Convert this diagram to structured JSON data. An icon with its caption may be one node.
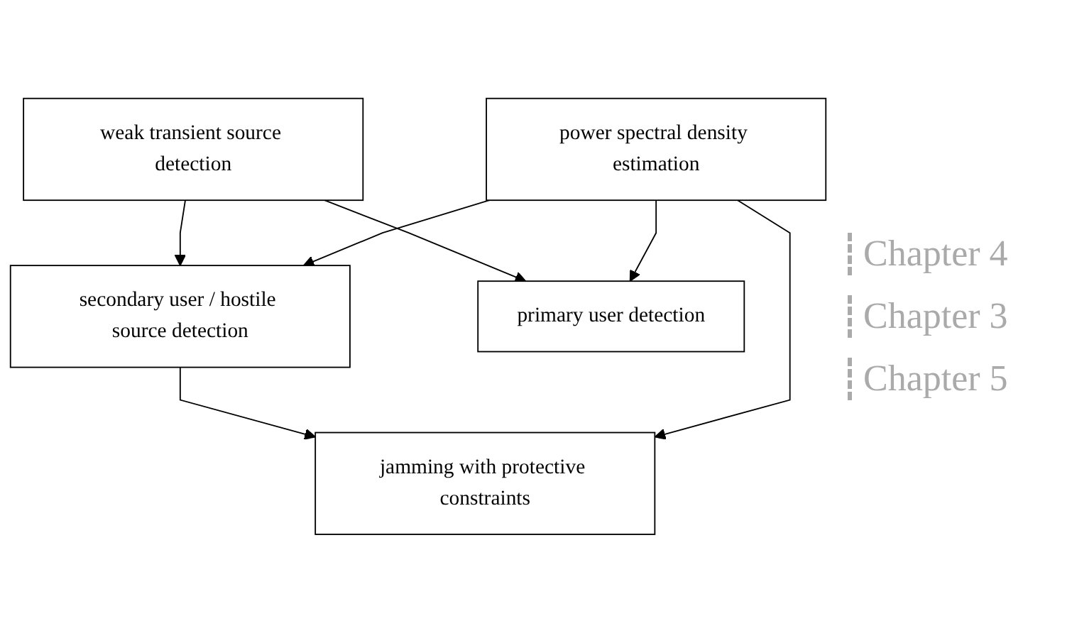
{
  "diagram": {
    "nodes": [
      {
        "text": [
          "secondary user / hostile source detection"
        ]
      },
      {
        "text": [
          "jamming with protective constraints"
        ]
      },
      {
        "text": [
          "weak transient source detection"
        ]
      },
      {
        "text": [
          "primary user detection"
        ]
      },
      {
        "text": [
          "power spectral density estimation"
        ]
      }
    ],
    "edges": [
      {
        "from": 0,
        "to": 1,
        "arrow": "to"
      },
      {
        "from": 2,
        "to": 0,
        "arrow": "to"
      },
      {
        "from": 2,
        "to": 3,
        "arrow": "to"
      },
      {
        "from": 4,
        "to": 0,
        "arrow": "to"
      },
      {
        "from": 4,
        "to": 1,
        "arrow": "to"
      },
      {
        "from": 4,
        "to": 3,
        "arrow": "to"
      }
    ],
    "labels": [
      "Chapter 4",
      "Chapter 3",
      "Chapter 5"
    ]
  }
}
